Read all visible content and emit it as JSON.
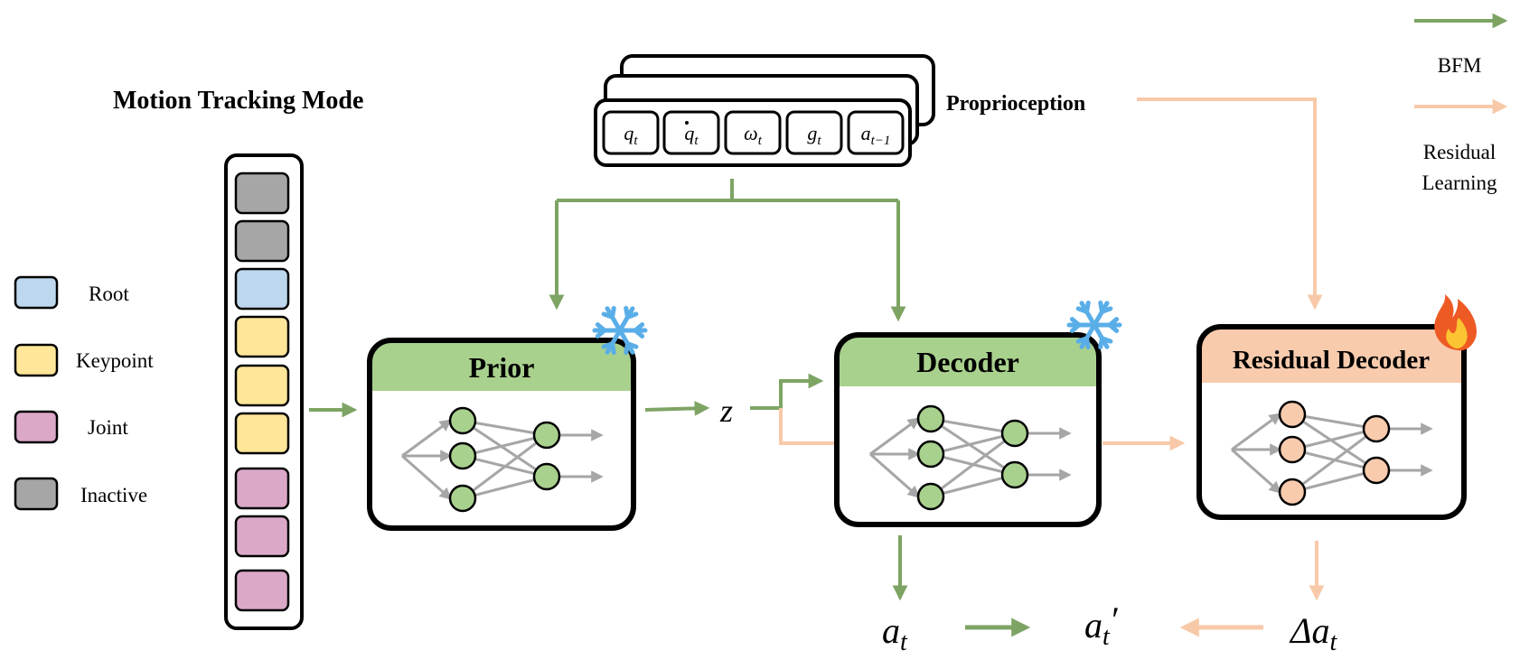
{
  "title": "Motion Tracking Mode",
  "legend": {
    "items": [
      {
        "label": "Root",
        "color": "#bdd7ee"
      },
      {
        "label": "Keypoint",
        "color": "#ffe699"
      },
      {
        "label": "Joint",
        "color": "#dba8c8"
      },
      {
        "label": "Inactive",
        "color": "#a6a6a6"
      }
    ]
  },
  "token_column": [
    "inactive",
    "inactive",
    "root",
    "keypoint",
    "keypoint",
    "keypoint",
    "joint",
    "joint",
    "joint"
  ],
  "proprioception": {
    "label": "Proprioception",
    "cells": [
      {
        "base": "q",
        "sub": "t",
        "dot": false
      },
      {
        "base": "q",
        "sub": "t",
        "dot": true
      },
      {
        "base": "ω",
        "sub": "t",
        "dot": false
      },
      {
        "base": "g",
        "sub": "t",
        "dot": false
      },
      {
        "base": "a",
        "sub": "t−1",
        "dot": false
      }
    ]
  },
  "blocks": {
    "prior": {
      "label": "Prior",
      "header_color": "#a9d18e",
      "node_color": "#a9d18e",
      "status_icon": "snowflake-icon"
    },
    "decoder": {
      "label": "Decoder",
      "header_color": "#a9d18e",
      "node_color": "#a9d18e",
      "status_icon": "snowflake-icon"
    },
    "residual": {
      "label": "Residual Decoder",
      "header_color": "#f8cbad",
      "node_color": "#f8cbad",
      "status_icon": "fire-icon"
    }
  },
  "latent": "z",
  "outputs": {
    "a_t": {
      "base": "a",
      "sub": "t"
    },
    "a_t_prime": {
      "base": "a",
      "sub": "t",
      "prime": "′"
    },
    "delta_a_t": {
      "base": "Δa",
      "sub": "t"
    }
  },
  "arrow_legend": [
    {
      "label": "BFM",
      "color": "#7ea464"
    },
    {
      "label_line1": "Residual",
      "label_line2": "Learning",
      "color": "#f8c9a8"
    }
  ],
  "colors": {
    "green_arrow": "#7ea464",
    "orange_arrow": "#f8c9a8",
    "gray_arrow": "#a6a6a6",
    "outline": "#000000"
  }
}
